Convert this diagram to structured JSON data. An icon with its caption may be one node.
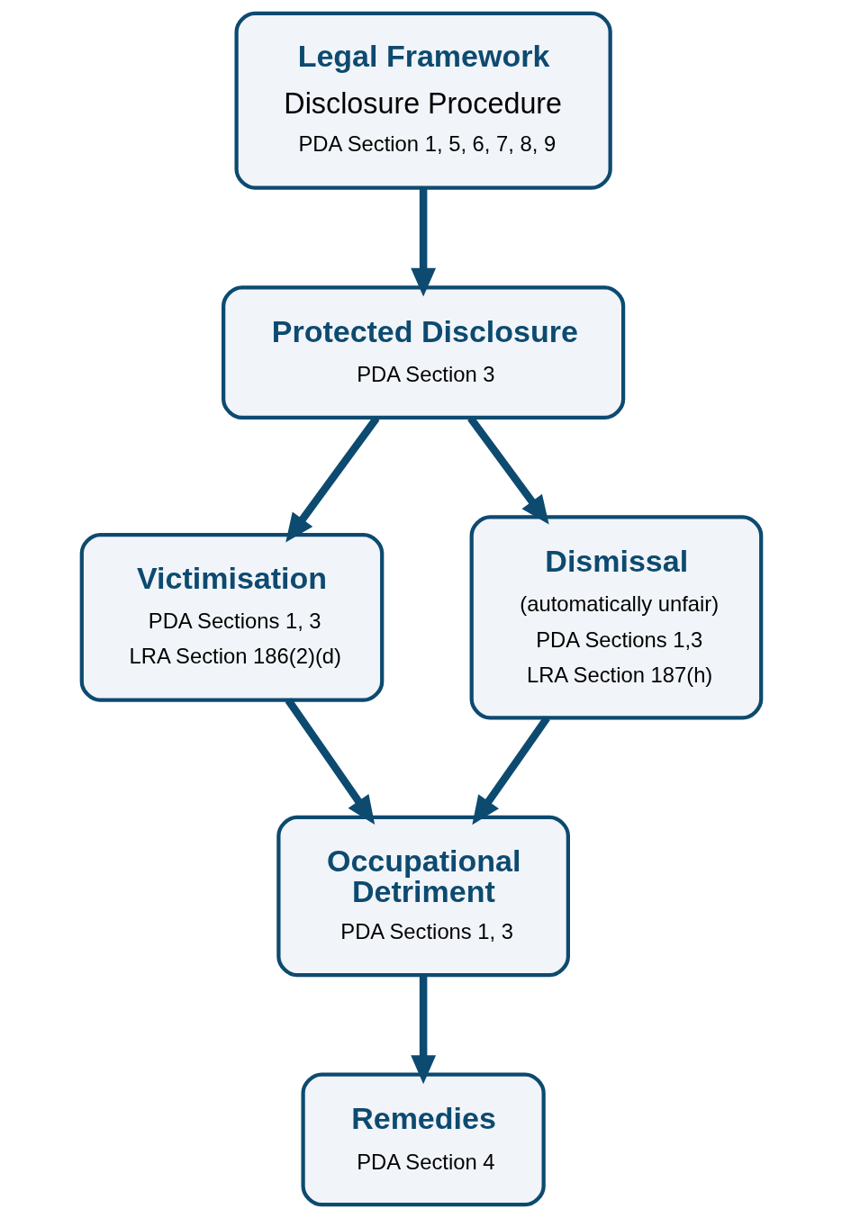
{
  "diagram": {
    "nodes": [
      {
        "text": [
          "Legal Framework",
          "Disclosure Procedure",
          "PDA Section 1, 5, 6, 7, 8, 9"
        ]
      },
      {
        "text": [
          "Protected Disclosure",
          "PDA Section 3"
        ]
      },
      {
        "text": [
          "Victimisation",
          "PDA Sections 1, 3",
          "LRA Section 186(2)(d)"
        ]
      },
      {
        "text": [
          "Dismissal",
          "(automatically unfair)",
          "PDA Sections 1,3",
          "LRA Section 187(h)"
        ]
      },
      {
        "text": [
          "Occupational Detriment",
          "PDA Sections 1, 3"
        ]
      },
      {
        "text": [
          "Remedies",
          "PDA Section 4"
        ]
      }
    ],
    "edges": [
      {
        "from": 0,
        "to": 1,
        "arrow": "to"
      },
      {
        "from": 1,
        "to": 2,
        "arrow": "to"
      },
      {
        "from": 1,
        "to": 3,
        "arrow": "to"
      },
      {
        "from": 2,
        "to": 4,
        "arrow": "to"
      },
      {
        "from": 3,
        "to": 4,
        "arrow": "to"
      },
      {
        "from": 4,
        "to": 5,
        "arrow": "to"
      }
    ]
  }
}
